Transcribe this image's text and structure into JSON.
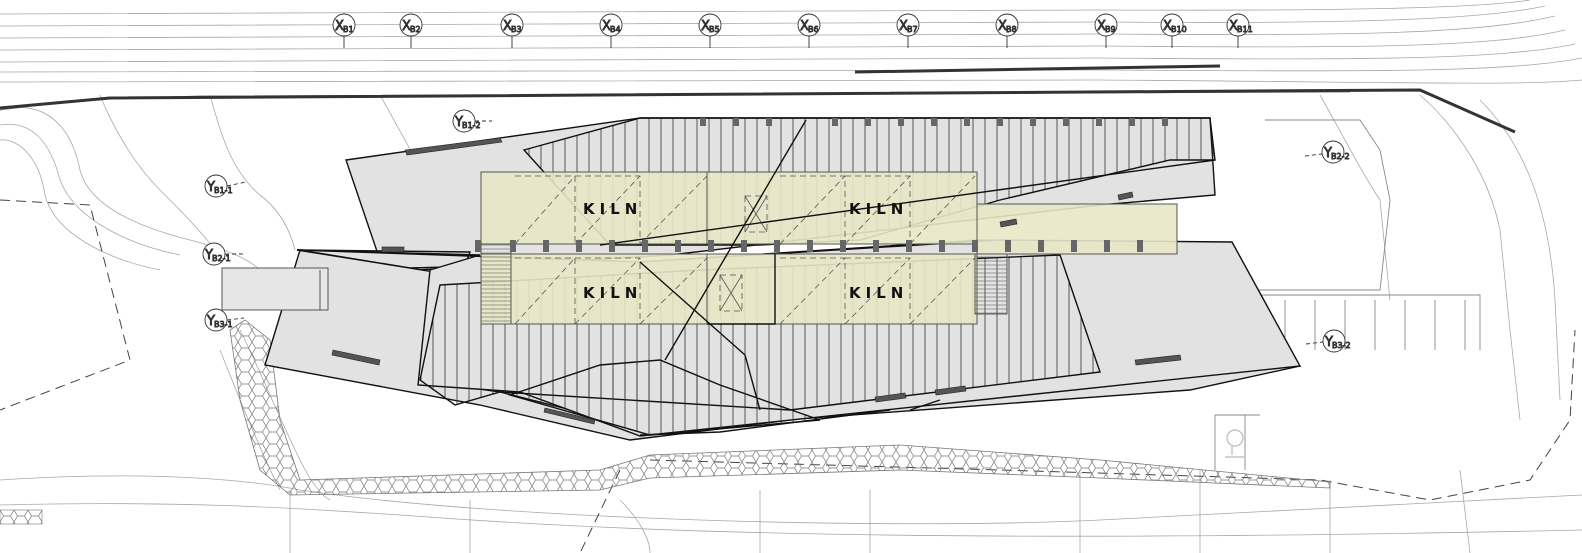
{
  "colors": {
    "background": "#ffffff",
    "contour": "#9a9a9a",
    "paving": "#e0e0e0",
    "kiln_fill": "#e7e6c4",
    "outline": "#111111"
  },
  "icons": [
    "grid-bubble-icon",
    "tree-symbol-icon",
    "hexagon-paving-pattern"
  ],
  "grid_x": [
    {
      "main": "X",
      "sub": "B1"
    },
    {
      "main": "X",
      "sub": "B2"
    },
    {
      "main": "X",
      "sub": "B3"
    },
    {
      "main": "X",
      "sub": "B4"
    },
    {
      "main": "X",
      "sub": "B5"
    },
    {
      "main": "X",
      "sub": "B6"
    },
    {
      "main": "X",
      "sub": "B7"
    },
    {
      "main": "X",
      "sub": "B8"
    },
    {
      "main": "X",
      "sub": "B9"
    },
    {
      "main": "X",
      "sub": "B10"
    },
    {
      "main": "X",
      "sub": "B11"
    }
  ],
  "grid_y_left": [
    {
      "main": "Y",
      "sub": "B1-2"
    },
    {
      "main": "Y",
      "sub": "B1-1"
    },
    {
      "main": "Y",
      "sub": "B2-1"
    },
    {
      "main": "Y",
      "sub": "B3-1"
    }
  ],
  "grid_y_right": [
    {
      "main": "Y",
      "sub": "B2-2"
    },
    {
      "main": "Y",
      "sub": "B3-2"
    }
  ],
  "kiln_labels": [
    "KILN",
    "KILN",
    "KILN",
    "KILN"
  ]
}
